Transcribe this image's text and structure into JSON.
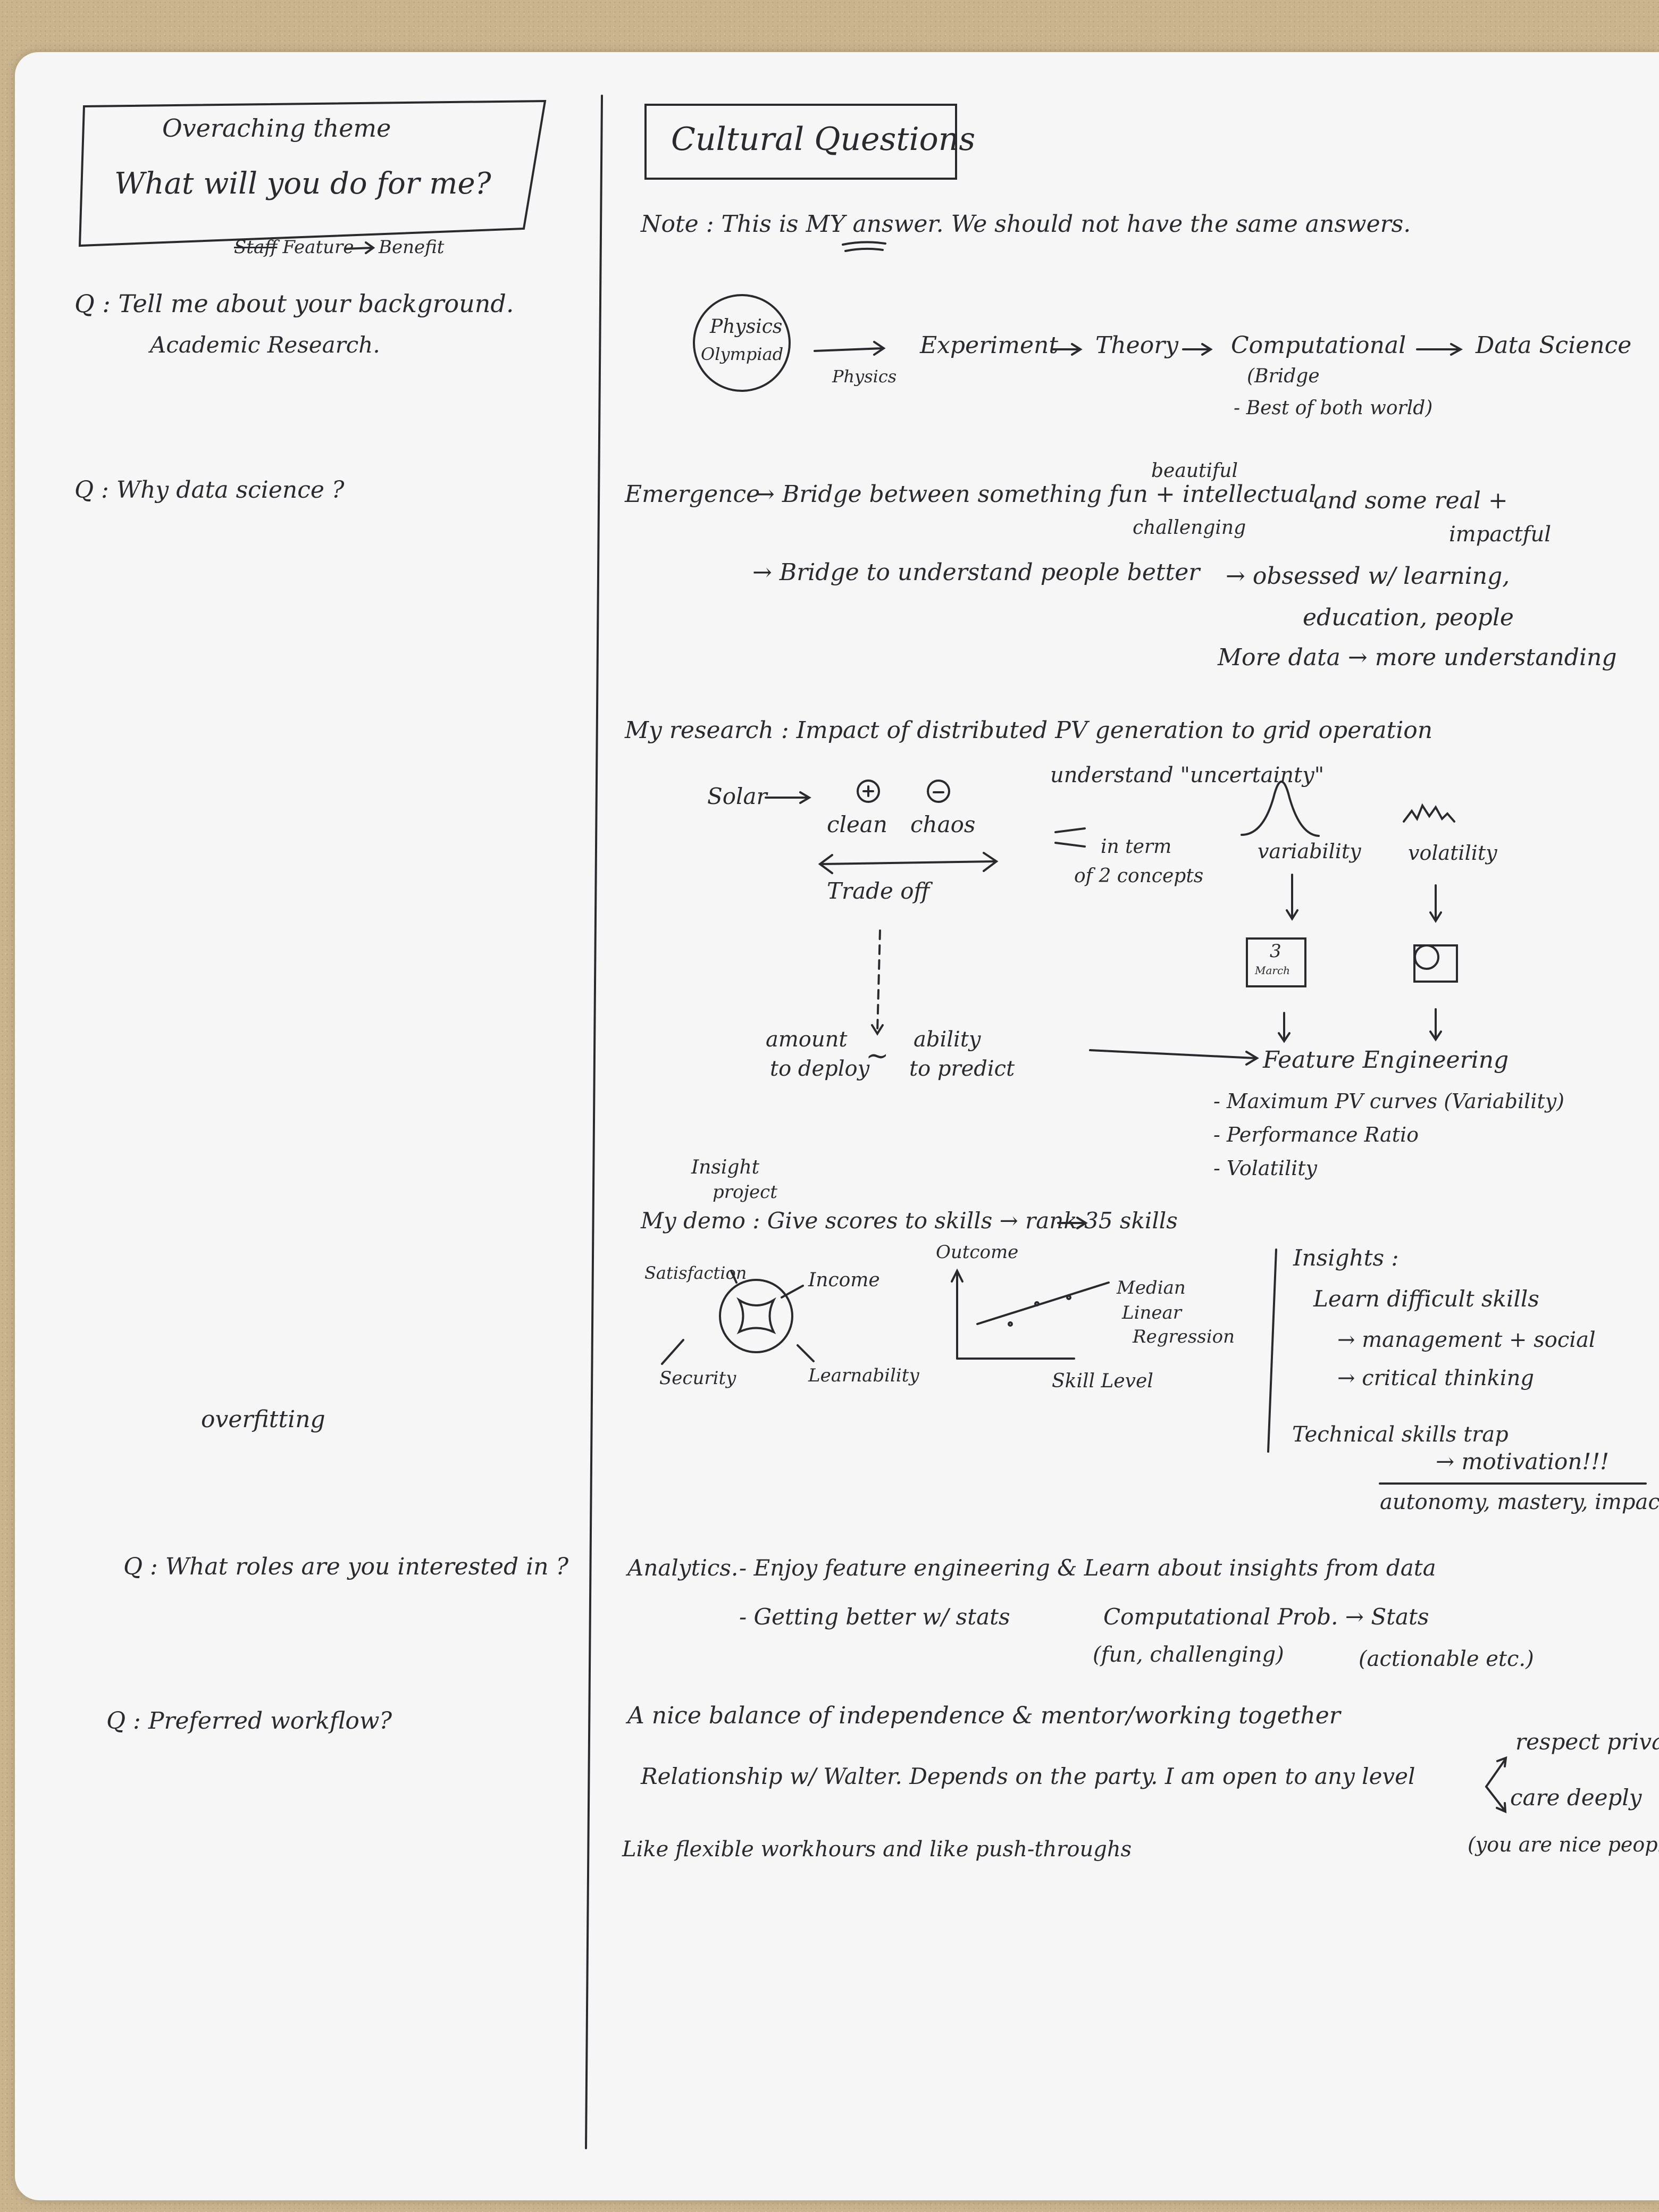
{
  "left": {
    "theme_title": "Overaching theme",
    "theme_question": "What will you do for me?",
    "feature": "Feature",
    "benefit": "Benefit",
    "q1": "Q : Tell me about your background.",
    "q1_sub": "Academic Research.",
    "q2": "Q : Why data science ?",
    "overfitting": "overfitting",
    "q3": "Q : What roles are you interested in ?",
    "q4": "Q : Preferred workflow?"
  },
  "right": {
    "title": "Cultural Questions",
    "note": "Note : This is MY answer. We should not have the same answers.",
    "path": {
      "olympiad": [
        "Physics",
        "Olympiad"
      ],
      "physics": "Physics",
      "experiment": "Experiment",
      "theory": "Theory",
      "computational": "Computational",
      "bridge": "(Bridge",
      "best": "- Best of both world)",
      "datascience": "Data Science"
    },
    "emergence": {
      "label": "Emergence",
      "line1": "Bridge between something fun + intellectual",
      "beautiful": "beautiful",
      "challenging": "challenging",
      "and_some": "and some real +",
      "impactful": "impactful",
      "line2": "Bridge to understand people better",
      "obsessed": "obsessed w/ learning,",
      "education": "education, people",
      "more_data": "More data → more understanding"
    },
    "research": {
      "header": "My research : Impact of distributed PV generation to grid operation",
      "solar": "Solar",
      "plus": "+",
      "minus": "−",
      "clean": "clean",
      "chaos": "chaos",
      "tradeoff": "Trade off",
      "understand": "understand \"uncertainty\"",
      "in_term": "in term",
      "of_2": "of 2 concepts",
      "variability": "variability",
      "volatility": "volatility",
      "cal_num": "3",
      "cal_month": "March",
      "amount": [
        "amount",
        "to deploy"
      ],
      "tilde": "~",
      "ability": [
        "ability",
        "to predict"
      ],
      "feature_eng": "Feature Engineering",
      "bullets": [
        "- Maximum PV curves (Variability)",
        "- Performance Ratio",
        "- Volatility"
      ]
    },
    "demo": {
      "insight_project": [
        "Insight",
        "project"
      ],
      "header": "My demo : Give scores to skills → rank 35 skills",
      "satisfaction": "Satisfaction",
      "income": "Income",
      "security": "Security",
      "learnability": "Learnability",
      "outcome": "Outcome",
      "skill_level": "Skill Level",
      "median": [
        "Median",
        "Linear",
        "Regression"
      ],
      "insights": "Insights :",
      "learn_difficult": "Learn difficult skills",
      "management": "→ management + social",
      "critical": "→ critical thinking",
      "trap": "Technical skills trap",
      "motivation": "→ motivation!!!",
      "amp": "autonomy, mastery, impact"
    },
    "analytics": {
      "label": "Analytics.",
      "line1": "- Enjoy feature engineering & Learn about insights from data",
      "line2": "- Getting better w/ stats",
      "comp": "Computational Prob. → Stats",
      "fun": "(fun, challenging)",
      "actionable": "(actionable etc.)"
    },
    "workflow": {
      "line1": "A nice balance of independence & mentor/working together",
      "line2": "Relationship w/ Walter. Depends on the party. I am open to any level",
      "respect": "respect privacy",
      "care": "care deeply",
      "nice": "(you are nice people)",
      "line3": "Like flexible workhours and like push-throughs"
    }
  }
}
